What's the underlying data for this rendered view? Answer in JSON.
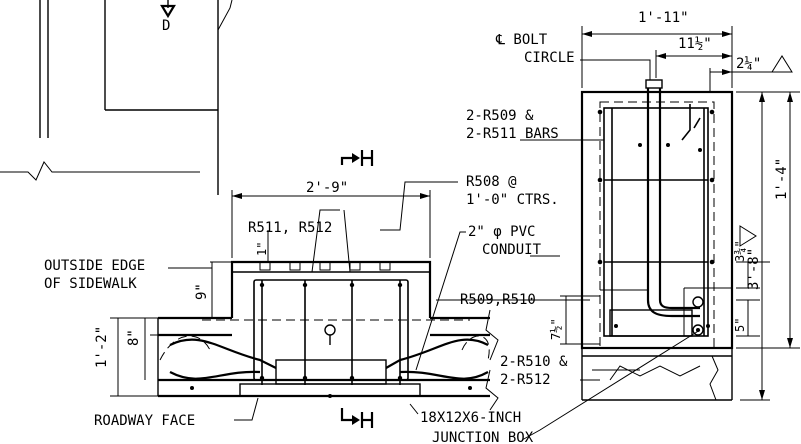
{
  "labels": {
    "bolt_circle_1": "℄ BOLT",
    "bolt_circle_2": "CIRCLE",
    "dim_1_11": "1'-11\"",
    "dim_11_half": "11½\"",
    "dim_2_quarter": "2¼\"",
    "bars_509_511_1": "2-R509 &",
    "bars_509_511_2": "2-R511 BARS",
    "dim_1_4": "1'-4\"",
    "dim_3_8": "3'-8\"",
    "dim_3_three_quarter": "3¾\"",
    "r508_1": "R508 @",
    "r508_2": "1'-0\" CTRS.",
    "dim_2_9": "2'-9\"",
    "r511_r512": "R511, R512",
    "dim_1": "1\"",
    "outside_edge_1": "OUTSIDE EDGE",
    "outside_edge_2": "OF SIDEWALK",
    "dim_9": "9\"",
    "pvc_1": "2\" φ PVC",
    "pvc_2": "CONDUIT",
    "r509_r510": "R509,R510",
    "dim_7_half": "7½\"",
    "dim_5": "5\"",
    "dim_1_2": "1'-2\"",
    "dim_8": "8\"",
    "r510_r512_1": "2-R510 &",
    "r510_r512_2": "2-R512",
    "roadway_face": "ROADWAY FACE",
    "jbox_1": "18X12X6-INCH",
    "jbox_2": "JUNCTION BOX",
    "section_mark": "D",
    "section_letter": "H"
  }
}
